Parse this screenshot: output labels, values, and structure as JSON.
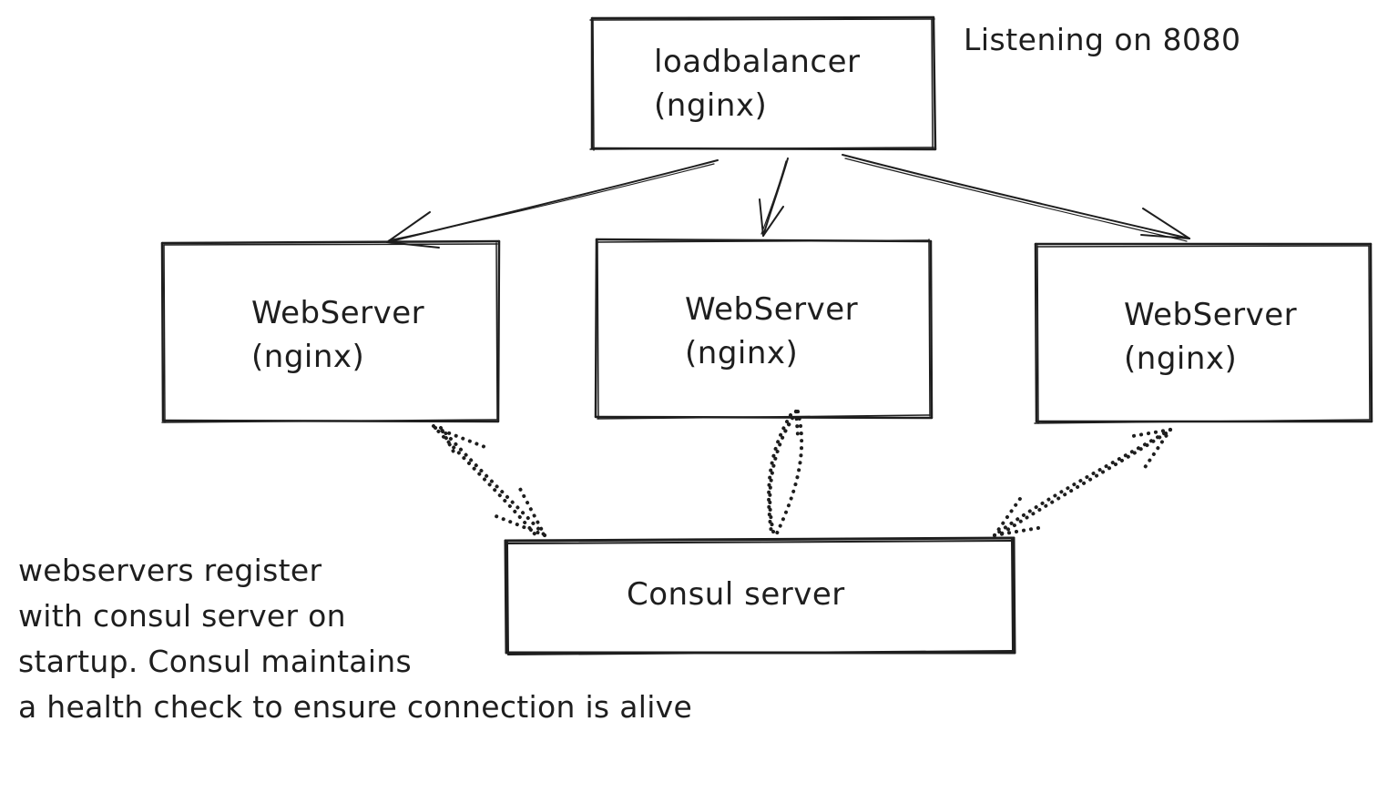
{
  "colors": {
    "stroke": "#1e1e1e",
    "background": "#ffffff"
  },
  "nodes": {
    "loadbalancer": {
      "title": "loadbalancer",
      "subtitle": "(nginx)"
    },
    "webserver_left": {
      "title": "WebServer",
      "subtitle": "(nginx)"
    },
    "webserver_center": {
      "title": "WebServer",
      "subtitle": "(nginx)"
    },
    "webserver_right": {
      "title": "WebServer",
      "subtitle": "(nginx)"
    },
    "consul": {
      "title": "Consul server"
    }
  },
  "annotations": {
    "listening": "Listening on 8080",
    "note_lines": [
      "webservers register",
      "with consul server on",
      "startup. Consul maintains",
      "a health check to ensure connection is alive"
    ]
  },
  "edges": [
    {
      "from": "loadbalancer",
      "to": "webserver_left",
      "style": "solid-arrow"
    },
    {
      "from": "loadbalancer",
      "to": "webserver_center",
      "style": "solid-arrow"
    },
    {
      "from": "loadbalancer",
      "to": "webserver_right",
      "style": "solid-arrow"
    },
    {
      "from": "webserver_left",
      "to": "consul",
      "style": "dotted-bidirectional"
    },
    {
      "from": "webserver_center",
      "to": "consul",
      "style": "dotted-bidirectional"
    },
    {
      "from": "webserver_right",
      "to": "consul",
      "style": "dotted-bidirectional"
    }
  ]
}
